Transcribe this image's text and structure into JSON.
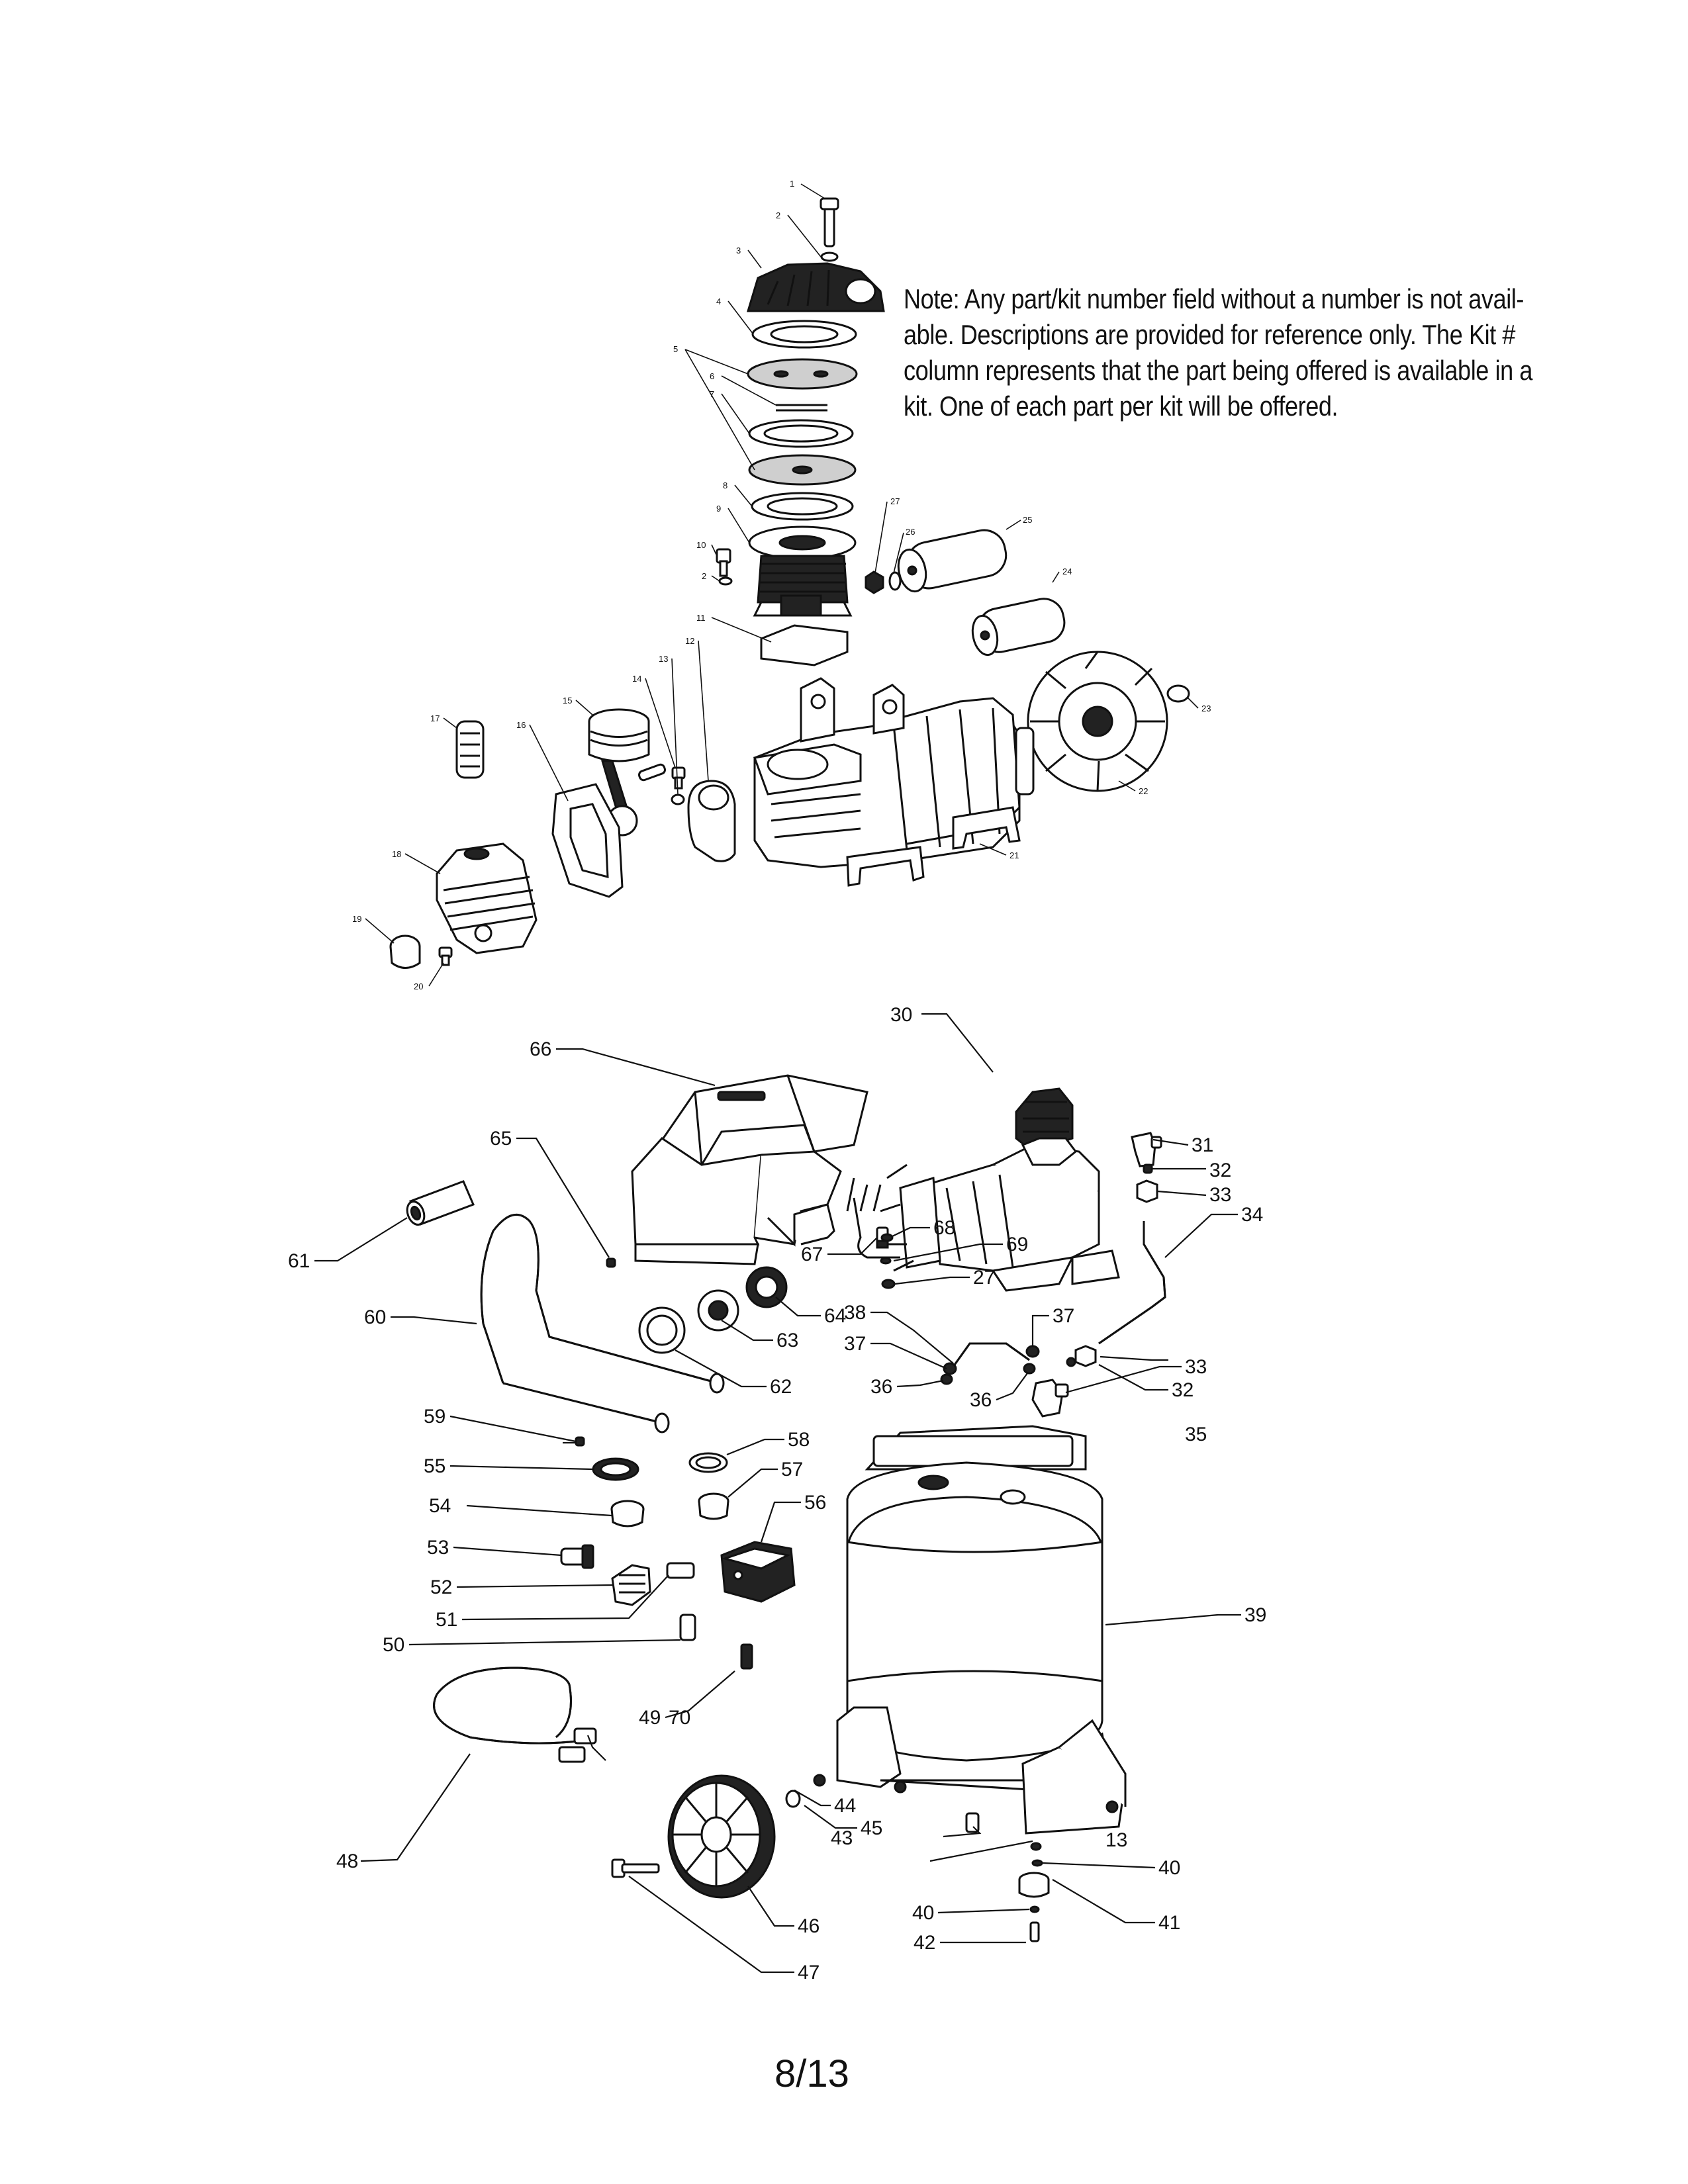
{
  "note": {
    "lines": [
      "Note: Any part/kit number field without a number is not avail-",
      "able. Descriptions are provided for reference only. The Kit #",
      "column represents that the part being offered is available in a",
      "kit. One of each part per kit will be offered."
    ]
  },
  "page_number": "8/13",
  "callouts": [
    "1",
    "2",
    "3",
    "4",
    "5",
    "6",
    "7",
    "8",
    "9",
    "10",
    "2",
    "11",
    "12",
    "13",
    "14",
    "15",
    "16",
    "17",
    "18",
    "19",
    "20",
    "21",
    "22",
    "23",
    "24",
    "25",
    "26",
    "27",
    "30",
    "31",
    "32",
    "33",
    "34",
    "27",
    "37",
    "38",
    "37",
    "36",
    "36",
    "33",
    "32",
    "35",
    "39",
    "40",
    "40",
    "41",
    "42",
    "43",
    "44",
    "45",
    "46",
    "47",
    "48",
    "49",
    "50",
    "51",
    "52",
    "53",
    "54",
    "55",
    "56",
    "57",
    "58",
    "59",
    "60",
    "61",
    "62",
    "63",
    "64",
    "65",
    "66",
    "67",
    "68",
    "69",
    "13",
    "70"
  ]
}
